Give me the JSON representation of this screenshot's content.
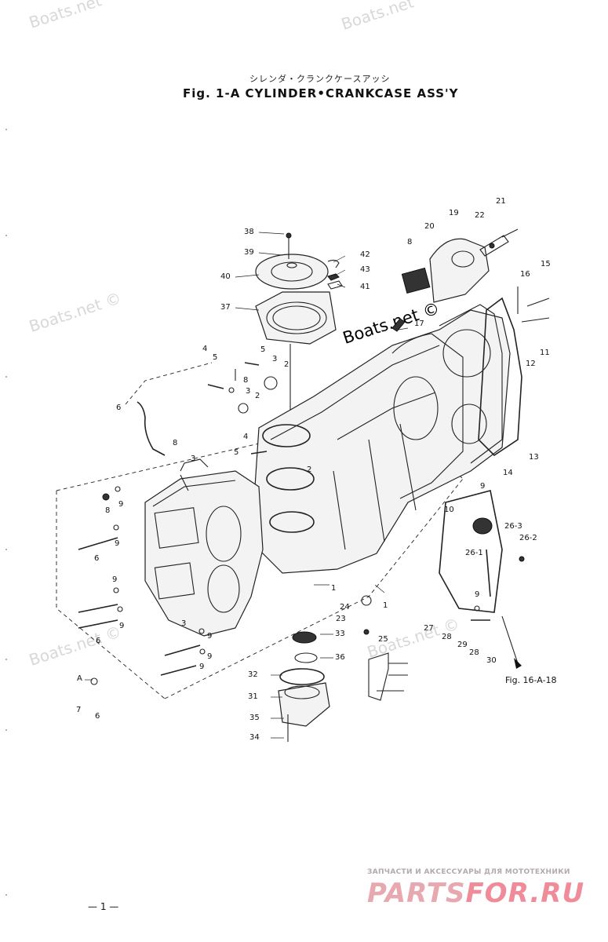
{
  "header": {
    "title_jp": "シレンダ・クランクケースアッシ",
    "title": "Fig. 1-A   CYLINDER•CRANKCASE ASS'Y"
  },
  "watermarks": {
    "top": "Boats.net",
    "left_upper": "Boats.net ©",
    "left_lower": "Boats.net ©",
    "center_lower": "Boats.net ©",
    "center_bold": "Boats.net ©"
  },
  "callouts": {
    "c38": "38",
    "c39": "39",
    "c40": "40",
    "c37": "37",
    "c42": "42",
    "c43": "43",
    "c41": "41",
    "c8_top": "8",
    "c20": "20",
    "c19": "19",
    "c22": "22",
    "c21": "21",
    "c16": "16",
    "c15": "15",
    "c17": "17",
    "c11": "11",
    "c12": "12",
    "c13": "13",
    "c14": "14",
    "c9_right": "9",
    "c10": "10",
    "c4a": "4",
    "c5a": "5",
    "c5b": "5",
    "c3a": "3",
    "c2a": "2",
    "c8a": "8",
    "c3b": "3",
    "c2b": "2",
    "c6": "6",
    "c8b": "8",
    "c4b": "4",
    "c5c": "5",
    "c2c": "2",
    "c3c": "3",
    "c8c": "8",
    "c9a": "9",
    "c9b": "9",
    "c6b": "6",
    "c9c": "9",
    "c9d": "9",
    "c6c": "6",
    "c3d": "3",
    "c9e": "9",
    "c9f": "9",
    "c9g": "9",
    "cA": "A",
    "c7": "7",
    "c6d": "6",
    "c1": "1",
    "c1b": "1",
    "c24": "24",
    "c23": "23",
    "c25": "25",
    "c33": "33",
    "c36": "36",
    "c32": "32",
    "c31": "31",
    "c35": "35",
    "c34": "34",
    "c26_3": "26-3",
    "c26_2": "26-2",
    "c26_1": "26-1",
    "c9h": "9",
    "c27": "27",
    "c28a": "28",
    "c29": "29",
    "c28b": "28",
    "c30": "30"
  },
  "reference": "Fig. 16-A-18",
  "page_number": "— 1 —",
  "brand": {
    "subtitle": "ЗАПЧАСТИ И АКСЕССУАРЫ ДЛЯ МОТОТЕХНИКИ",
    "name_a": "PARTS",
    "name_b": "FOR.RU"
  }
}
